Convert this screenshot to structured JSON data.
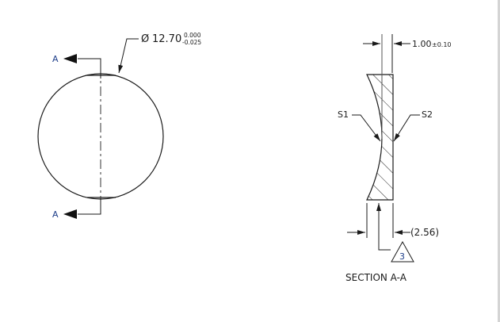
{
  "drawing": {
    "front_view": {
      "section_label_top": "A",
      "section_label_bottom": "A",
      "diameter_symbol": "Ø",
      "diameter_value": "12.70",
      "diameter_tol_upper": "0.000",
      "diameter_tol_lower": "-0.025"
    },
    "section_view": {
      "thickness_value": "1.00",
      "thickness_tol": "±0.10",
      "surface_1": "S1",
      "surface_2": "S2",
      "edge_thickness_ref": "(2.56)",
      "note_flag": "3",
      "title": "SECTION A-A"
    }
  },
  "colors": {
    "line": "#1a1a1a",
    "centerline": "#333333",
    "text": "#1a1a1a"
  }
}
